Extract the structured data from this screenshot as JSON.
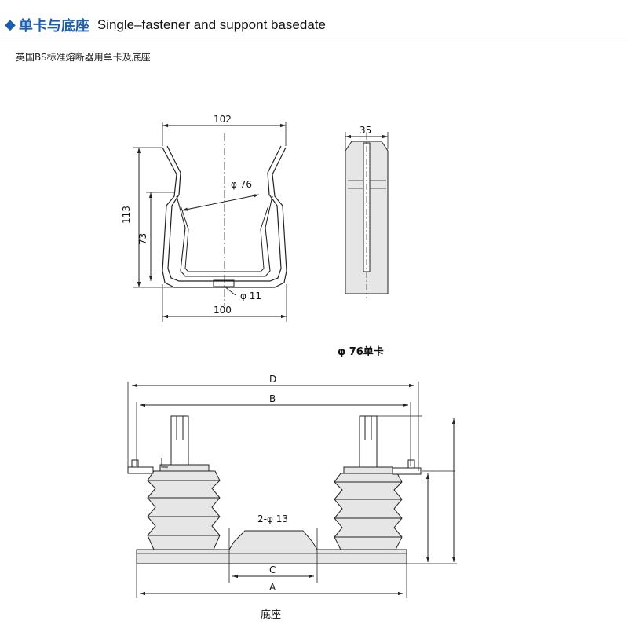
{
  "header": {
    "icon": "diamond-bullet-icon",
    "title_cn": "单卡与底座",
    "title_en": "Single–fastener and suppont basedate"
  },
  "subtitle": "英国BS标准熔断器用单卡及底座",
  "fastener_drawing": {
    "dim_width_top": "102",
    "dim_height_total": "113",
    "dim_height_inner": "73",
    "dim_diameter": "φ 76",
    "dim_hole": "φ 11",
    "dim_width_bottom": "100",
    "dim_side_width": "35",
    "caption": "φ 76单卡"
  },
  "base_drawing": {
    "dim_d": "D",
    "dim_b": "B",
    "dim_holes": "2-φ 13",
    "dim_c": "C",
    "dim_a": "A",
    "caption": "底座"
  },
  "colors": {
    "accent": "#1d5fae",
    "line": "#222222",
    "insulator_fill": "#e6e6e6"
  }
}
